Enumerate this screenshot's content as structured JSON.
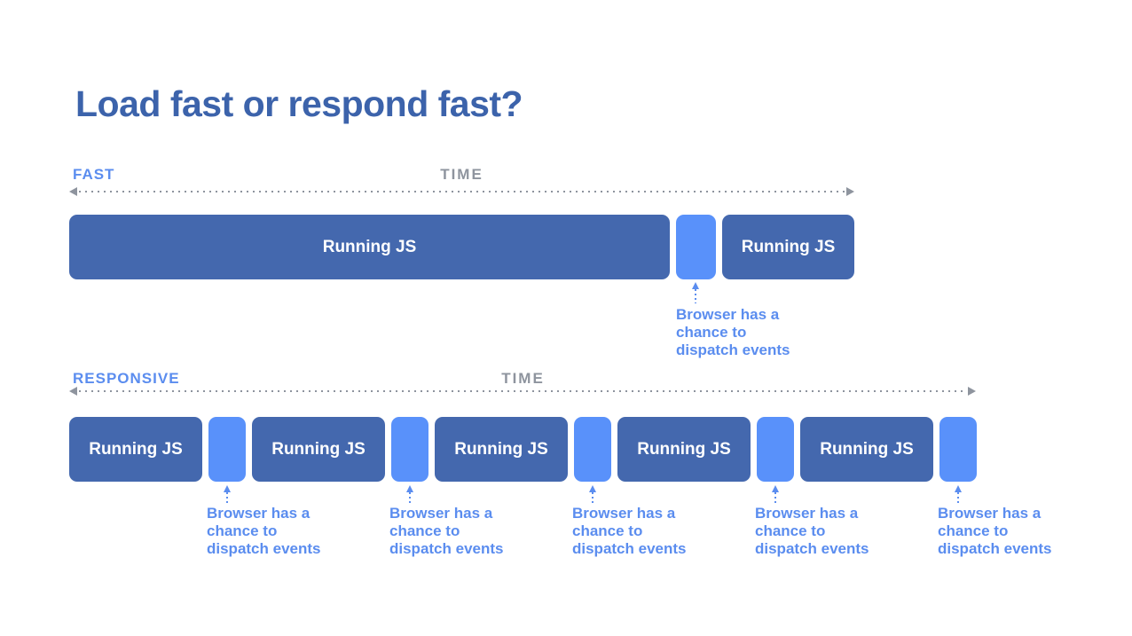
{
  "title": "Load fast or respond fast?",
  "colors": {
    "title": "#3c63ab",
    "running_js": "#4468ae",
    "event_gap": "#5991fa",
    "section_label": "#5b8def",
    "time_label": "#8e949e",
    "timeline_dots": "#8e949e",
    "annotation": "#5b8def"
  },
  "fast_section": {
    "label": "FAST",
    "time_label": "TIME",
    "segments": [
      {
        "kind": "running-js",
        "label": "Running JS"
      },
      {
        "kind": "event-gap"
      },
      {
        "kind": "running-js",
        "label": "Running JS"
      }
    ],
    "annotations": [
      {
        "lines": [
          "Browser has a",
          "chance to",
          "dispatch events"
        ]
      }
    ]
  },
  "responsive_section": {
    "label": "RESPONSIVE",
    "time_label": "TIME",
    "segments": [
      {
        "kind": "running-js",
        "label": "Running JS"
      },
      {
        "kind": "event-gap"
      },
      {
        "kind": "running-js",
        "label": "Running JS"
      },
      {
        "kind": "event-gap"
      },
      {
        "kind": "running-js",
        "label": "Running JS"
      },
      {
        "kind": "event-gap"
      },
      {
        "kind": "running-js",
        "label": "Running JS"
      },
      {
        "kind": "event-gap"
      },
      {
        "kind": "running-js",
        "label": "Running JS"
      },
      {
        "kind": "event-gap"
      }
    ],
    "annotations": [
      {
        "lines": [
          "Browser has a",
          "chance to",
          "dispatch events"
        ]
      },
      {
        "lines": [
          "Browser has a",
          "chance to",
          "dispatch events"
        ]
      },
      {
        "lines": [
          "Browser has a",
          "chance to",
          "dispatch events"
        ]
      },
      {
        "lines": [
          "Browser has a",
          "chance to",
          "dispatch events"
        ]
      },
      {
        "lines": [
          "Browser has a",
          "chance to",
          "dispatch events"
        ]
      }
    ]
  }
}
